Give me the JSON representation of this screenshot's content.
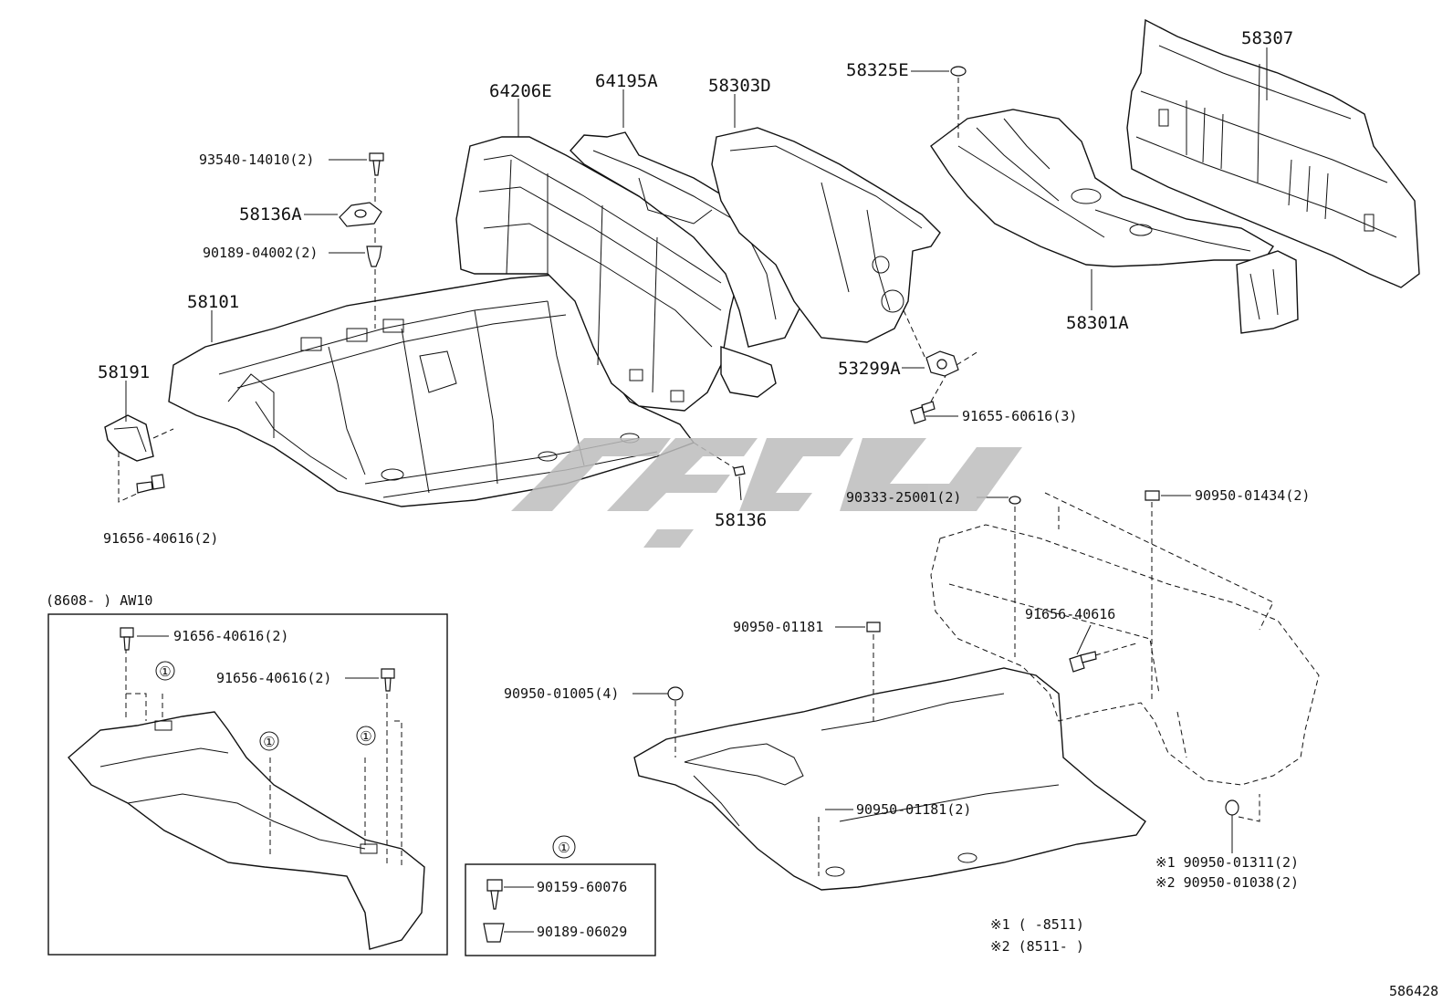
{
  "labels": {
    "p64206E": "64206E",
    "p64195A": "64195A",
    "p58303D": "58303D",
    "p58325E": "58325E",
    "p58307": "58307",
    "p93540": "93540-14010(2)",
    "p58136A": "58136A",
    "p90189_04002": "90189-04002(2)",
    "p58101": "58101",
    "p58191": "58191",
    "p91656_main": "91656-40616(2)",
    "p58136": "58136",
    "p58301A": "58301A",
    "p53299A": "53299A",
    "p91655": "91655-60616(3)",
    "p90333": "90333-25001(2)",
    "p90950_01434": "90950-01434(2)",
    "p91656_single": "91656-40616",
    "p90950_01181_top": "90950-01181",
    "p90950_01005": "90950-01005(4)",
    "p90950_01181_bot": "90950-01181(2)",
    "p90950_01311": "※1 90950-01311(2)",
    "p90950_01038": "※2 90950-01038(2)",
    "note1": "※1 (      -8511)",
    "note2": "※2 (8511-      )",
    "diagram_code": "586428"
  },
  "inset_aw10": {
    "header": "(8608-      ) AW10",
    "p91656_a": "91656-40616(2)",
    "p91656_b": "91656-40616(2)",
    "callout": "①"
  },
  "legend_box": {
    "callout": "①",
    "p90159": "90159-60076",
    "p90189_06029": "90189-06029"
  },
  "watermark": "کی‌وی‌چر",
  "colors": {
    "line": "#111111",
    "watermark": "#bdbdbd",
    "background": "#ffffff"
  }
}
